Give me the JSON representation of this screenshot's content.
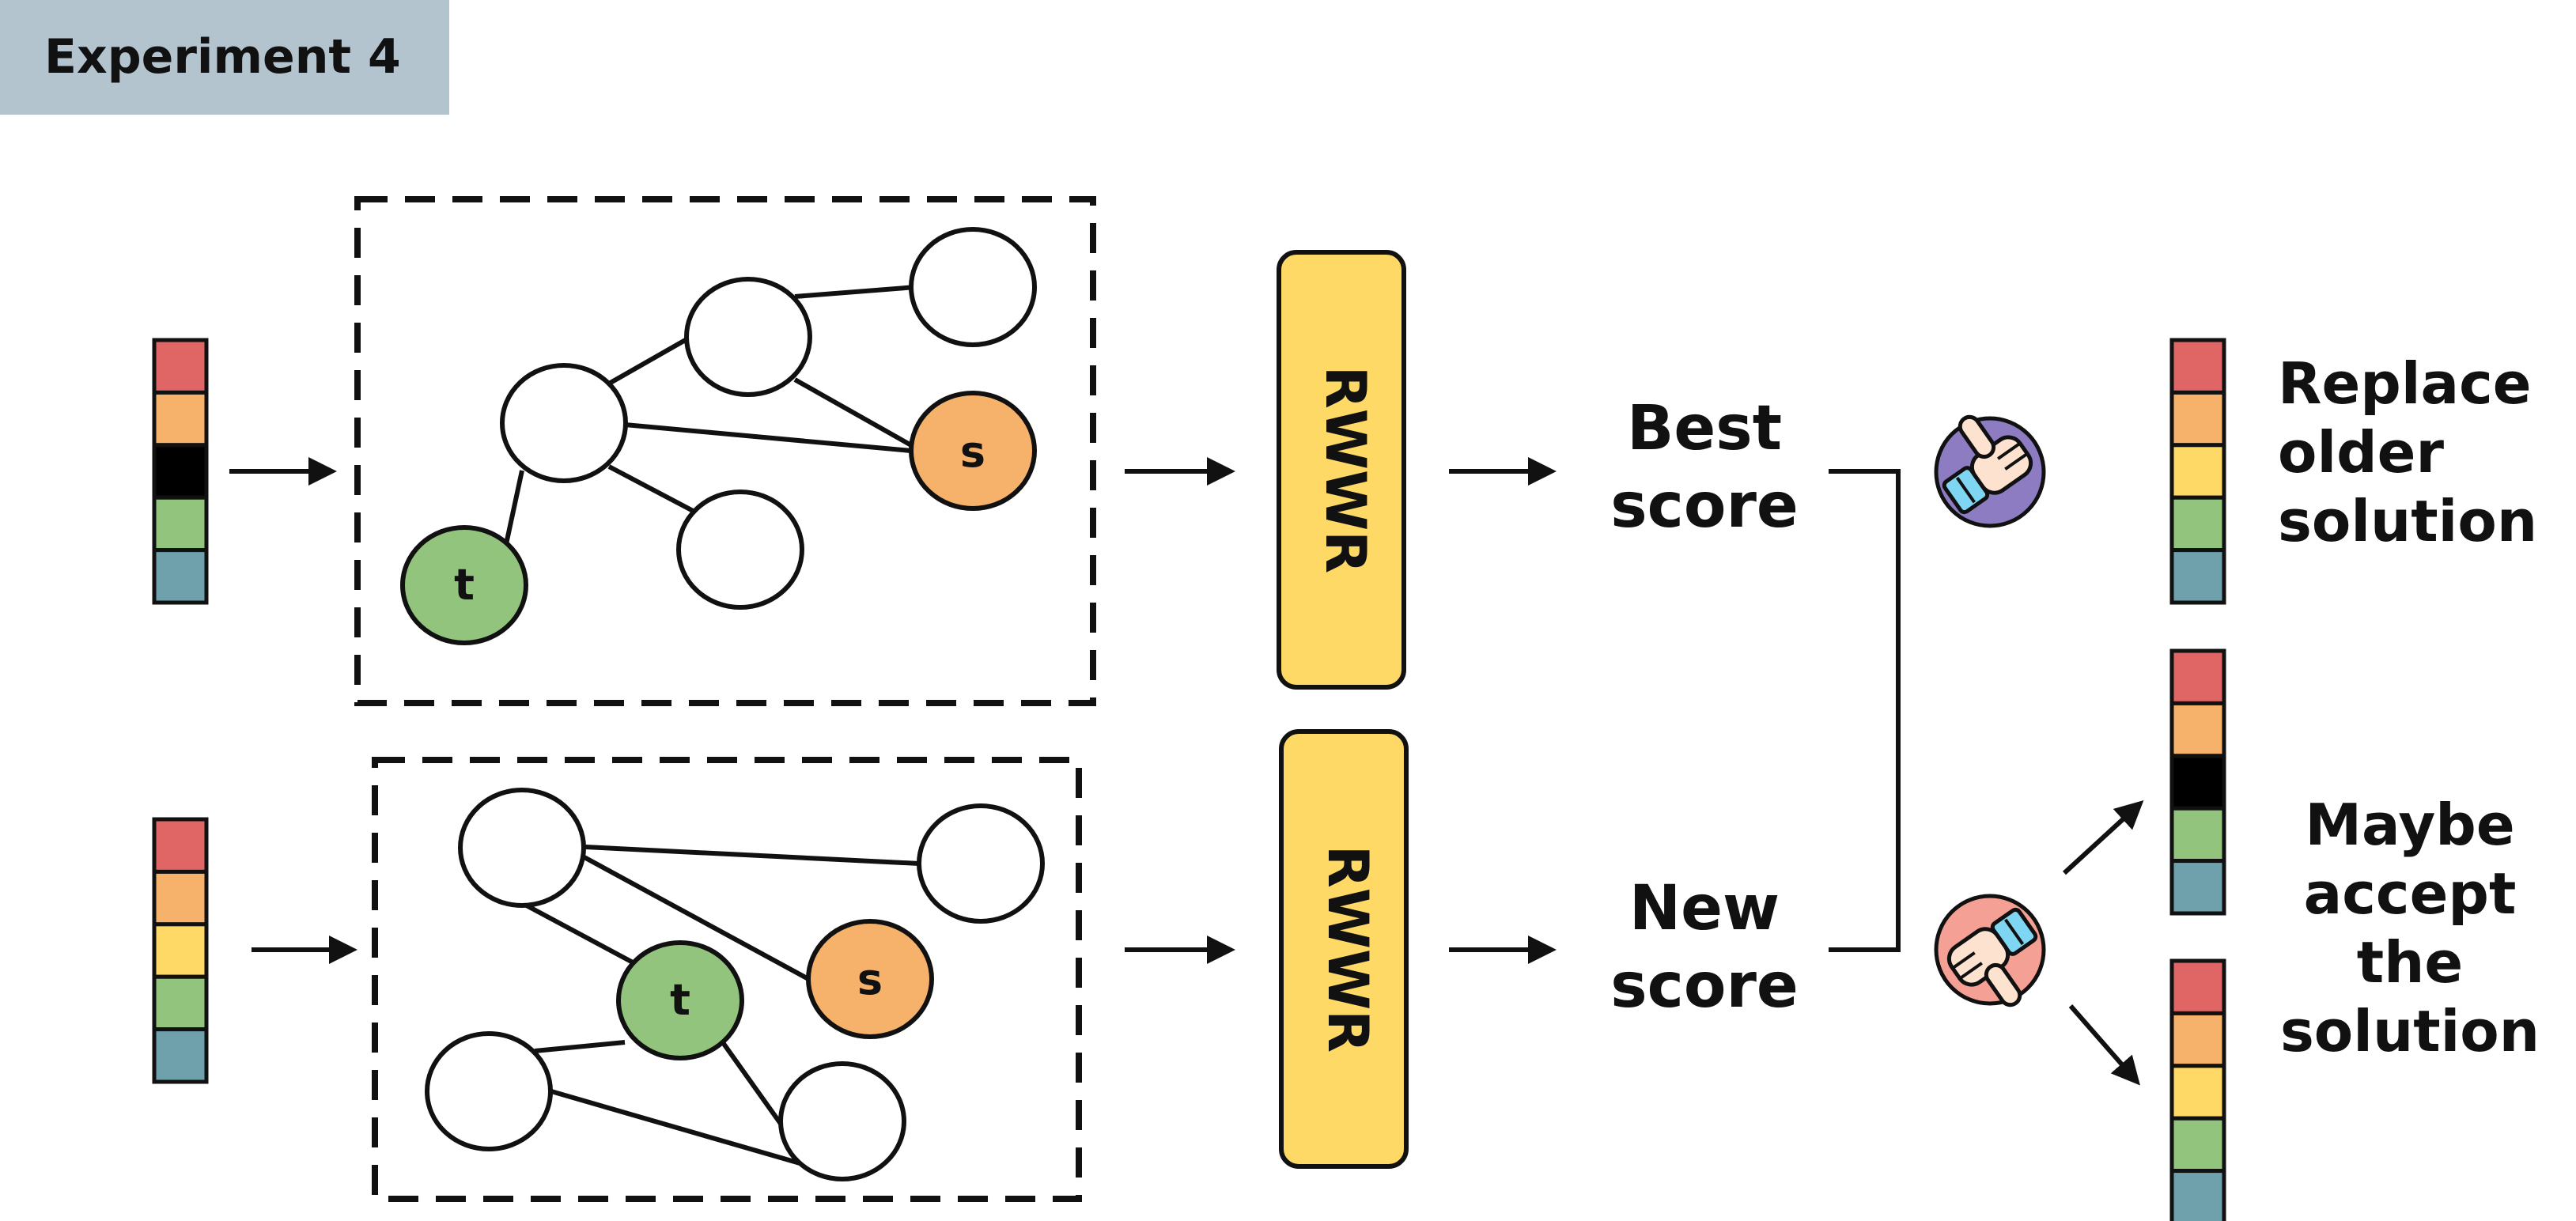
{
  "header": {
    "title": "Experiment 4",
    "bg": "#b3c4ce"
  },
  "colors": {
    "red": "#e06666",
    "orange": "#f6b26b",
    "yellow": "#ffd966",
    "green": "#93c47d",
    "teal": "#6fa1ad",
    "black": "#000000",
    "node_s": "#f6b26b",
    "node_t": "#93c47d",
    "rwwr": "#ffd966",
    "thumb_up_bg": "#8e7cc3",
    "thumb_down_bg": "#f4a095",
    "cuff": "#7fd6f2",
    "hand": "#fde3cf"
  },
  "solutions": {
    "top_input": [
      "red",
      "orange",
      "black",
      "green",
      "teal"
    ],
    "bottom_input": [
      "red",
      "orange",
      "yellow",
      "green",
      "teal"
    ],
    "replace_result": [
      "red",
      "orange",
      "yellow",
      "green",
      "teal"
    ],
    "maybe_result_a": [
      "red",
      "orange",
      "black",
      "green",
      "teal"
    ],
    "maybe_result_b": [
      "red",
      "orange",
      "yellow",
      "green",
      "teal"
    ]
  },
  "graphs": {
    "top": {
      "source_label": "s",
      "target_label": "t"
    },
    "bottom": {
      "source_label": "s",
      "target_label": "t"
    }
  },
  "rwwr": {
    "top_label": "RWWR",
    "bottom_label": "RWWR"
  },
  "scores": {
    "best": [
      "Best",
      "score"
    ],
    "new": [
      "New",
      "score"
    ]
  },
  "outcomes": {
    "accept_icon": "thumbs-up-icon",
    "reject_icon": "thumbs-down-icon",
    "replace": [
      "Replace",
      "older",
      "solution"
    ],
    "maybe": [
      "Maybe",
      "accept",
      "the",
      "solution"
    ]
  }
}
